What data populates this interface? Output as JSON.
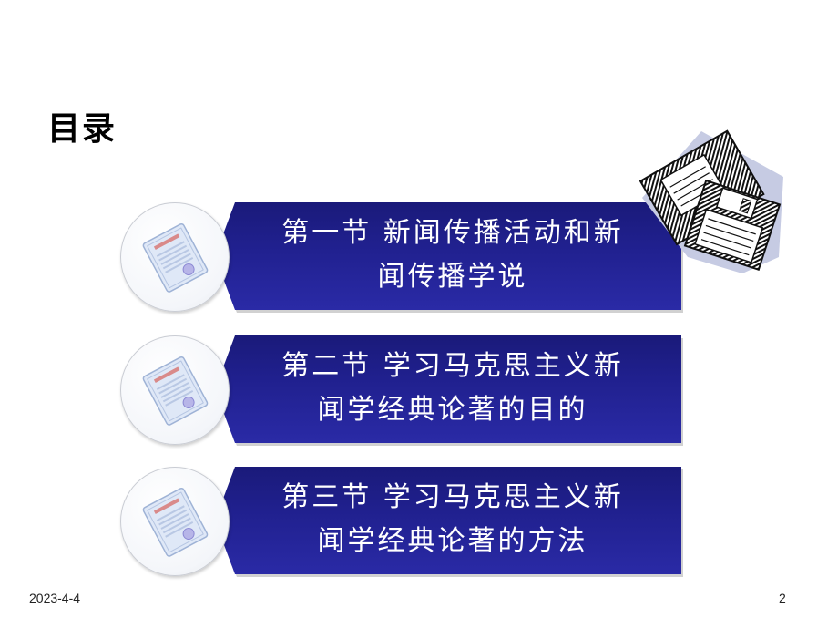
{
  "slide": {
    "title": "目录",
    "items": [
      {
        "line1": "第一节  新闻传播活动和新",
        "line2": "闻传播学说"
      },
      {
        "line1": "第二节  学习马克思主义新",
        "line2": "闻学经典论著的目的"
      },
      {
        "line1": "第三节  学习马克思主义新",
        "line2": "闻学经典论著的方法"
      }
    ],
    "icons": {
      "item_icon": "certificate-icon",
      "clipart": "floppy-disks-icon"
    },
    "colors": {
      "banner": "#20208e",
      "text": "#ffffff",
      "title": "#000000"
    }
  },
  "footer": {
    "date": "2023-4-4",
    "page": "2"
  }
}
